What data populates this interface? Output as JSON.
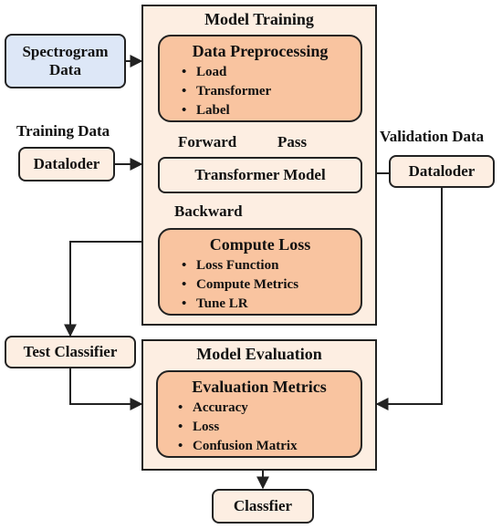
{
  "model_training": {
    "title": "Model Training",
    "preprocessing": {
      "title": "Data Preprocessing",
      "items": [
        "Load",
        "Transformer",
        "Label"
      ]
    },
    "forward_label": "Forward",
    "pass_label": "Pass",
    "transformer_model": "Transformer Model",
    "backward_label": "Backward",
    "compute_loss": {
      "title": "Compute Loss",
      "items": [
        "Loss Function",
        "Compute Metrics",
        "Tune LR"
      ]
    }
  },
  "spectrogram": {
    "line1": "Spectrogram",
    "line2": "Data"
  },
  "training_data": {
    "heading": "Training Data",
    "box": "Dataloder"
  },
  "validation_data": {
    "heading": "Validation Data",
    "box": "Dataloder"
  },
  "test_classifier": "Test Classifier",
  "model_evaluation": {
    "title": "Model Evaluation",
    "metrics": {
      "title": "Evaluation Metrics",
      "items": [
        "Accuracy",
        "Loss",
        "Confusion Matrix"
      ]
    }
  },
  "classifier": "Classfier",
  "colors": {
    "panel": "#fdeee2",
    "inner_box": "#f9c4a0",
    "input_box": "#dde7f7",
    "stroke": "#222222"
  }
}
